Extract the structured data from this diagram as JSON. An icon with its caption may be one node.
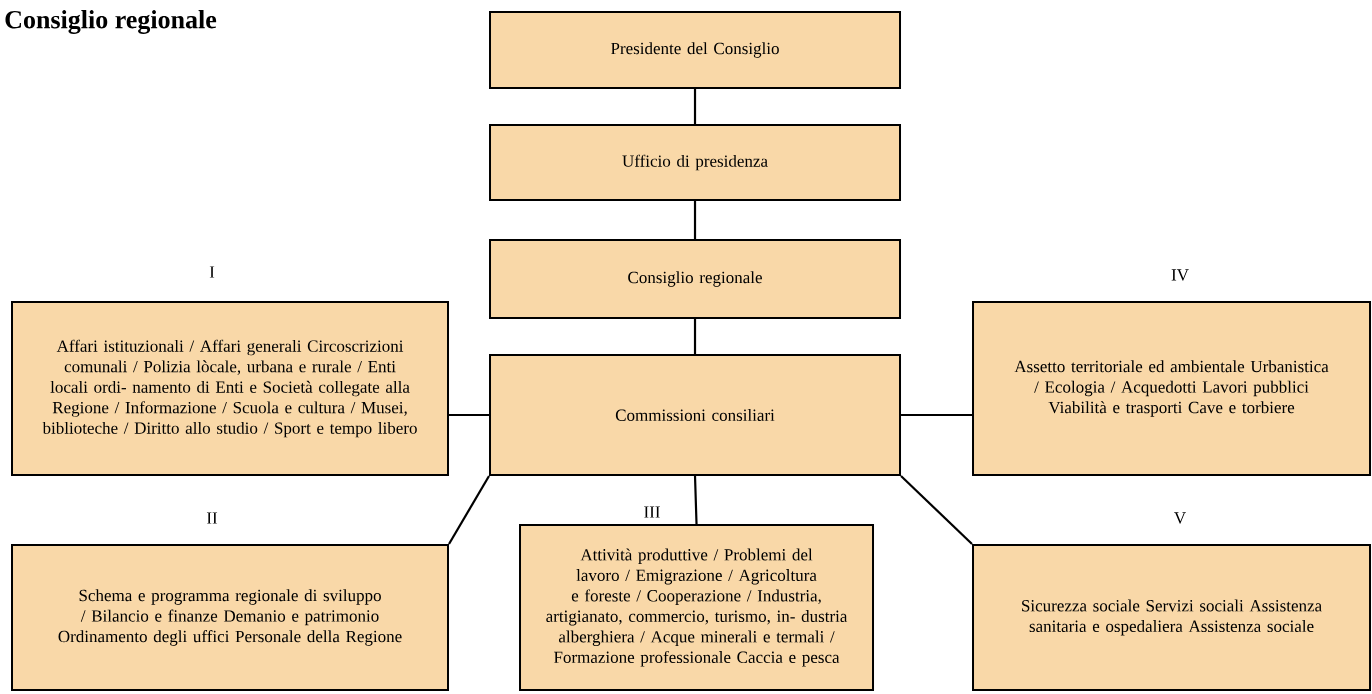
{
  "diagram": {
    "title": "Consiglio regionale",
    "nodes": [
      {
        "text": [
          "Presidente del Consiglio"
        ]
      },
      {
        "text": [
          "Ufficio di presidenza"
        ]
      },
      {
        "text": [
          "Consiglio regionale"
        ]
      },
      {
        "text": [
          "Commissioni consiliari"
        ]
      },
      {
        "text": [
          "I",
          "Affari istituzionali / Affari generali Circoscrizioni comunali / Polizia lòcale, urbana e rurale / Enti locali ordi- namento di Enti e Società collegate alla Regione / Informazione / Scuola e cultura / Musei, biblioteche / Diritto allo studio / Sport e tempo libero"
        ]
      },
      {
        "text": [
          "IV",
          "Assetto territoriale ed ambientale Urbanistica / Ecologia / Acquedotti Lavori pubblici Viabilità e trasporti Cave e torbiere"
        ]
      },
      {
        "text": [
          "II",
          "Schema e programma regionale di sviluppo / Bilancio e finanze Demanio e patrimonio Ordinamento degli uffici Personale della Regione"
        ]
      },
      {
        "text": [
          "III",
          "Attività produttive / Problemi del lavoro / Emigrazione / Agricoltura e foreste / Cooperazione / Industria, artigianato, commercio, turismo, in- dustria alberghiera / Acque minerali e termali / Formazione professionale Caccia e pesca"
        ]
      },
      {
        "text": [
          "V",
          "Sicurezza sociale Servizi sociali Assistenza sanitaria e ospedaliera Assistenza sociale"
        ]
      }
    ],
    "edges": [
      {
        "from": 0,
        "to": 1,
        "arrow": "none"
      },
      {
        "from": 1,
        "to": 2,
        "arrow": "none"
      },
      {
        "from": 2,
        "to": 3,
        "arrow": "none"
      },
      {
        "from": 3,
        "to": 4,
        "arrow": "none"
      },
      {
        "from": 3,
        "to": 5,
        "arrow": "none"
      },
      {
        "from": 3,
        "to": 6,
        "arrow": "none"
      },
      {
        "from": 3,
        "to": 7,
        "arrow": "none"
      },
      {
        "from": 3,
        "to": 8,
        "arrow": "none"
      }
    ]
  }
}
